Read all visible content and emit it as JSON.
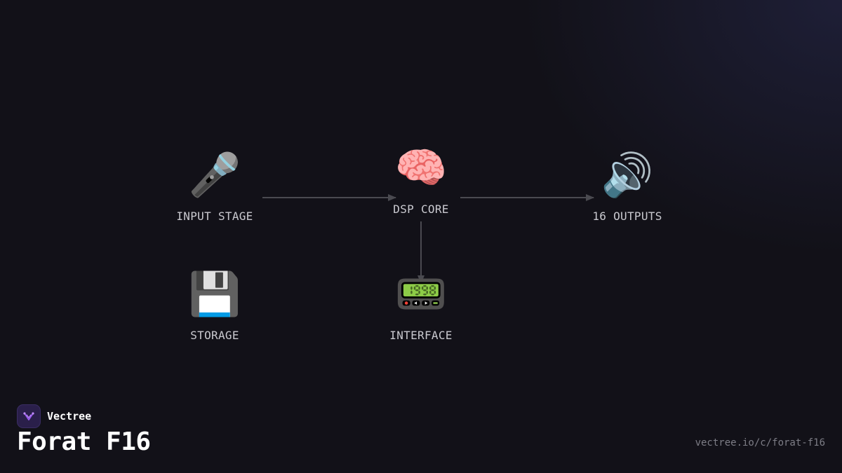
{
  "diagram": {
    "nodes": [
      {
        "id": "input",
        "icon": "microphone-icon",
        "emoji": "🎤",
        "label": "INPUT STAGE"
      },
      {
        "id": "dsp",
        "icon": "brain-icon",
        "emoji": "🧠",
        "label": "DSP CORE"
      },
      {
        "id": "outputs",
        "icon": "speaker-icon",
        "emoji": "🔊",
        "label": "16 OUTPUTS"
      },
      {
        "id": "storage",
        "icon": "floppy-disk-icon",
        "emoji": "💾",
        "label": "STORAGE"
      },
      {
        "id": "interface",
        "icon": "pager-icon",
        "emoji": "📟",
        "label": "INTERFACE"
      }
    ],
    "edges": [
      {
        "from": "input",
        "to": "dsp"
      },
      {
        "from": "dsp",
        "to": "outputs"
      },
      {
        "from": "dsp",
        "to": "interface"
      }
    ],
    "edge_color": "#4a4a50"
  },
  "brand": {
    "name": "Vectree",
    "logo_icon": "vectree-logo-icon",
    "accent": "#9b5cf0"
  },
  "title": "Forat F16",
  "url": "vectree.io/c/forat-f16"
}
